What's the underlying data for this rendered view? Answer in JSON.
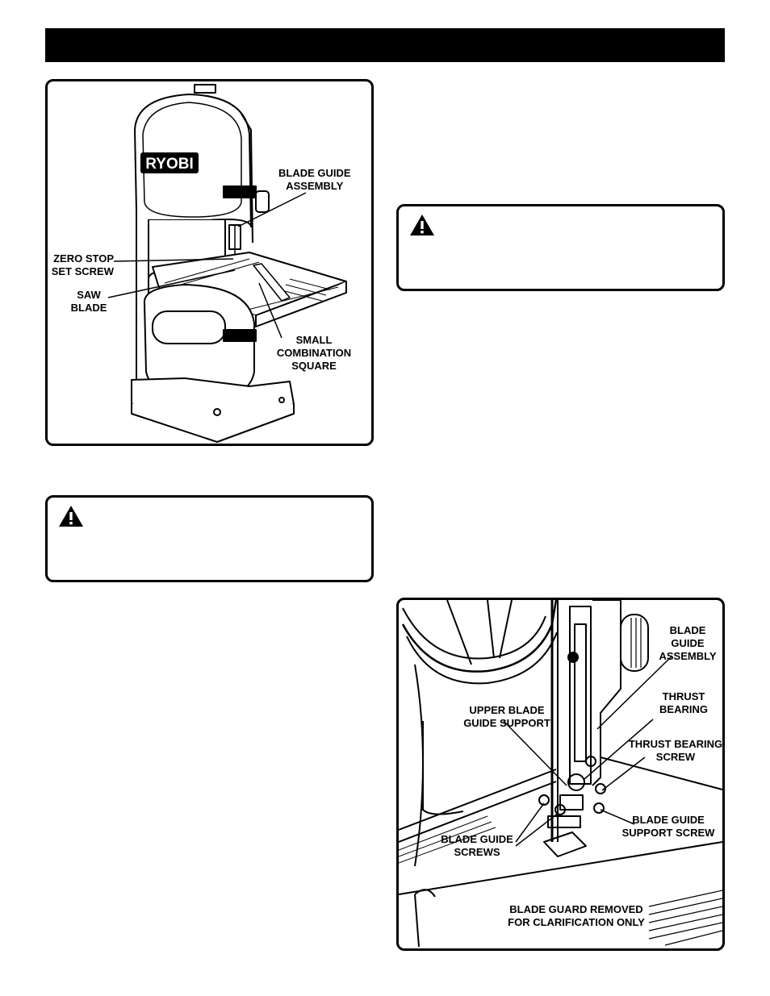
{
  "figure1": {
    "brand": "RYOBI",
    "labels": {
      "blade_guide_assembly": [
        "BLADE GUIDE",
        "ASSEMBLY"
      ],
      "zero_stop_set_screw": [
        "ZERO STOP",
        "SET SCREW"
      ],
      "saw_blade": [
        "SAW",
        "BLADE"
      ],
      "small_combination_square": [
        "SMALL",
        "COMBINATION",
        "SQUARE"
      ]
    }
  },
  "warning_boxes": [
    {
      "icon": "warning-triangle-icon"
    },
    {
      "icon": "warning-triangle-icon"
    }
  ],
  "figure2": {
    "labels": {
      "blade_guide_assembly": [
        "BLADE",
        "GUIDE",
        "ASSEMBLY"
      ],
      "thrust_bearing": [
        "THRUST",
        "BEARING"
      ],
      "upper_blade_guide_support": [
        "UPPER BLADE",
        "GUIDE SUPPORT"
      ],
      "thrust_bearing_screw": [
        "THRUST BEARING",
        "SCREW"
      ],
      "blade_guide_support_screw": [
        "BLADE GUIDE",
        "SUPPORT SCREW"
      ],
      "blade_guide_screws": [
        "BLADE GUIDE",
        "SCREWS"
      ],
      "blade_guard_removed": [
        "BLADE GUARD REMOVED",
        "FOR CLARIFICATION ONLY"
      ]
    }
  }
}
